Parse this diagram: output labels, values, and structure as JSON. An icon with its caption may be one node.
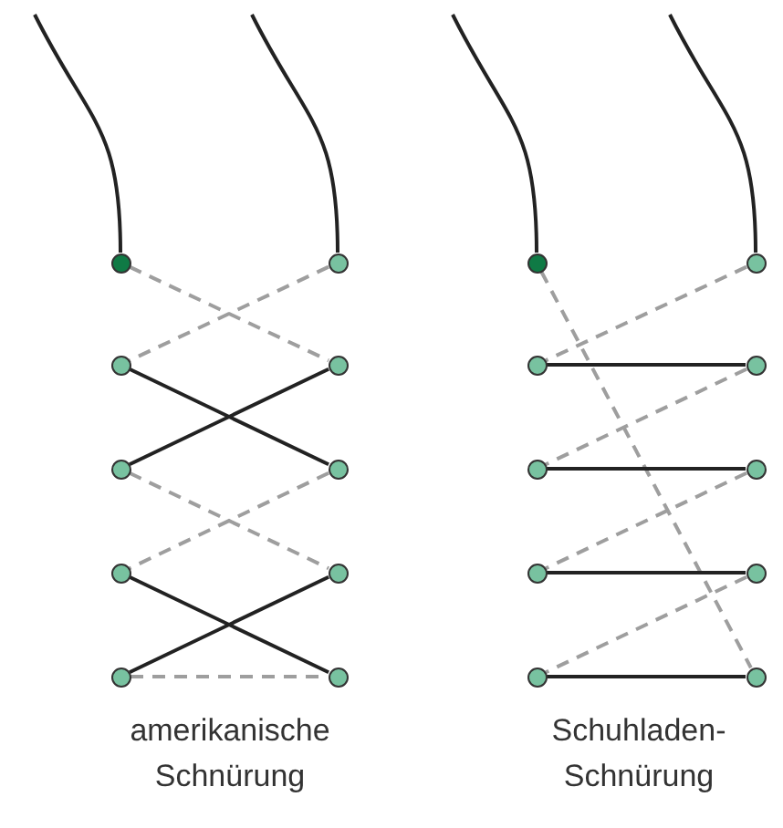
{
  "diagram": {
    "nodes": [
      {
        "text": [],
        "shape": "circle"
      },
      {
        "text": [],
        "shape": "circle"
      },
      {
        "text": [],
        "shape": "circle"
      },
      {
        "text": [],
        "shape": "circle"
      },
      {
        "text": [],
        "shape": "circle"
      },
      {
        "text": [],
        "shape": "circle"
      },
      {
        "text": [],
        "shape": "circle"
      },
      {
        "text": [],
        "shape": "circle"
      },
      {
        "text": [],
        "shape": "circle"
      },
      {
        "text": [],
        "shape": "circle"
      },
      {
        "text": [],
        "shape": "circle"
      },
      {
        "text": [],
        "shape": "circle"
      },
      {
        "text": [],
        "shape": "circle"
      },
      {
        "text": [],
        "shape": "circle"
      },
      {
        "text": [],
        "shape": "circle"
      },
      {
        "text": [],
        "shape": "circle"
      },
      {
        "text": [],
        "shape": "circle"
      },
      {
        "text": [],
        "shape": "circle"
      },
      {
        "text": [],
        "shape": "circle"
      },
      {
        "text": [],
        "shape": "circle"
      }
    ],
    "edges": [
      {
        "from": null,
        "to": 0,
        "arrow": "none"
      },
      {
        "from": null,
        "to": 1,
        "arrow": "none"
      },
      {
        "from": 0,
        "to": 3,
        "arrow": "none",
        "style": "dashed",
        "color": "#9e9e9e"
      },
      {
        "from": 1,
        "to": 2,
        "arrow": "none",
        "style": "dashed",
        "color": "#9e9e9e"
      },
      {
        "from": 2,
        "to": 5,
        "arrow": "none"
      },
      {
        "from": 3,
        "to": 4,
        "arrow": "none"
      },
      {
        "from": 4,
        "to": 7,
        "arrow": "none",
        "style": "dashed",
        "color": "#9e9e9e"
      },
      {
        "from": 5,
        "to": 6,
        "arrow": "none",
        "style": "dashed",
        "color": "#9e9e9e"
      },
      {
        "from": 6,
        "to": 9,
        "arrow": "none"
      },
      {
        "from": 7,
        "to": 8,
        "arrow": "none"
      },
      {
        "from": 8,
        "to": 9,
        "arrow": "none",
        "style": "dashed",
        "color": "#9e9e9e"
      },
      {
        "from": null,
        "to": 10,
        "arrow": "none"
      },
      {
        "from": null,
        "to": 11,
        "arrow": "none"
      },
      {
        "from": 10,
        "to": 19,
        "arrow": "none",
        "style": "dashed",
        "color": "#9e9e9e"
      },
      {
        "from": 11,
        "to": 12,
        "arrow": "none",
        "style": "dashed",
        "color": "#9e9e9e"
      },
      {
        "from": 12,
        "to": 13,
        "arrow": "none"
      },
      {
        "from": 13,
        "to": 14,
        "arrow": "none",
        "style": "dashed",
        "color": "#9e9e9e"
      },
      {
        "from": 14,
        "to": 15,
        "arrow": "none"
      },
      {
        "from": 15,
        "to": 16,
        "arrow": "none",
        "style": "dashed",
        "color": "#9e9e9e"
      },
      {
        "from": 16,
        "to": 17,
        "arrow": "none"
      },
      {
        "from": 17,
        "to": 18,
        "arrow": "none",
        "style": "dashed",
        "color": "#9e9e9e"
      },
      {
        "from": 18,
        "to": 19,
        "arrow": "none"
      }
    ],
    "labels": [
      "amerikanische Schnürung",
      "Schuhladen- Schnürung"
    ]
  }
}
